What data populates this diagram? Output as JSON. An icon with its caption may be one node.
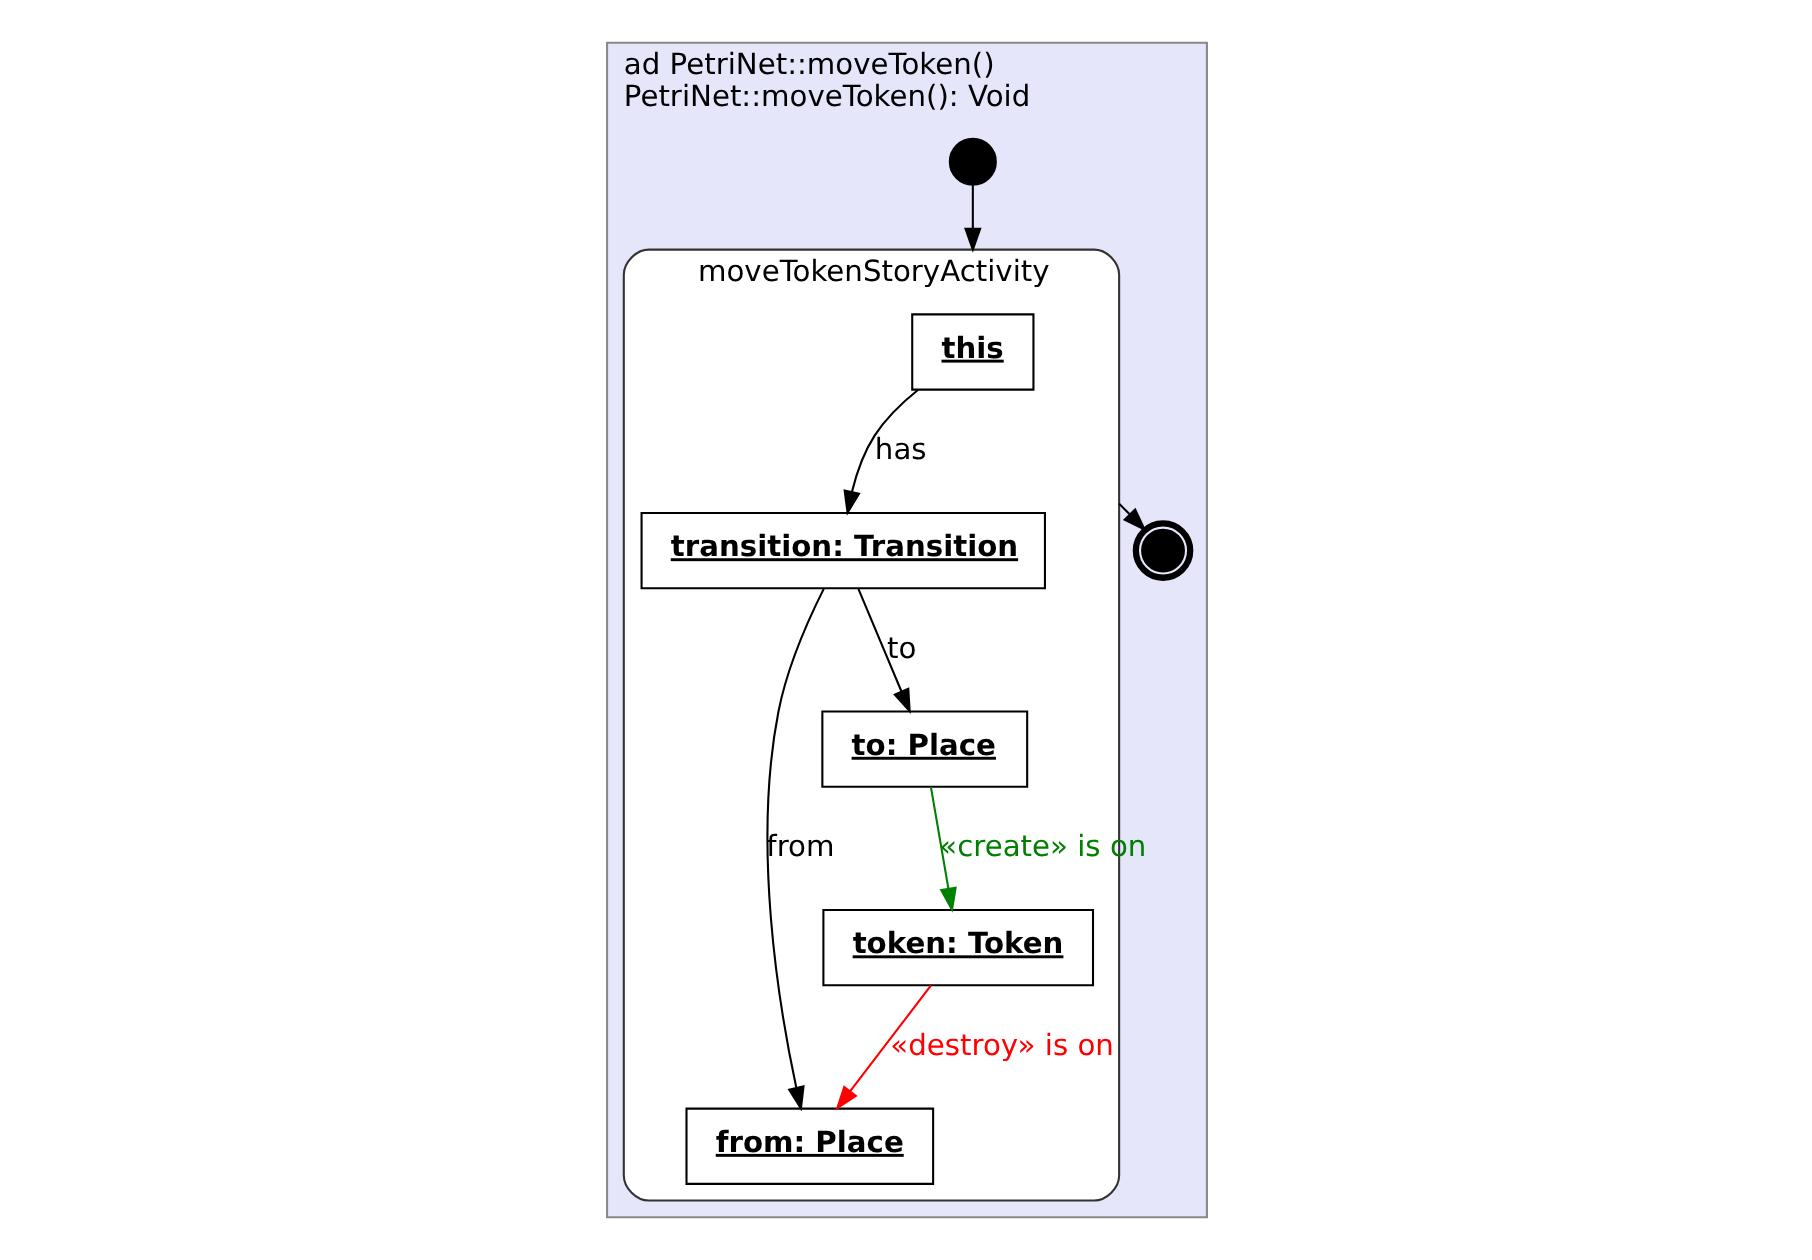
{
  "diagram": {
    "nodes": [
      {
        "text": [
          "ad PetriNet::moveToken()",
          "PetriNet::moveToken(): Void"
        ]
      },
      {
        "text": [],
        "shape": "circle",
        "in": 0
      },
      {
        "text": [
          "moveTokenStoryActivity"
        ],
        "in": 0
      },
      {
        "text": [
          "this"
        ],
        "in": 2
      },
      {
        "text": [
          "from: Place"
        ],
        "in": 2
      },
      {
        "text": [
          "transition: Transition"
        ],
        "in": 2
      },
      {
        "text": [
          "token: Token"
        ],
        "in": 2
      },
      {
        "text": [
          "to: Place"
        ],
        "in": 2
      },
      {
        "text": [],
        "shape": "circle",
        "in": 0
      }
    ],
    "edges": [
      {
        "from": 1,
        "to": 2,
        "arrow": "to"
      },
      {
        "from": 3,
        "to": 5,
        "label": "has",
        "arrow": "to"
      },
      {
        "from": 5,
        "to": 4,
        "label": "from",
        "arrow": "to"
      },
      {
        "from": 6,
        "to": 4,
        "label": "«destroy» is on",
        "arrow": "to",
        "color": "#ff0000"
      },
      {
        "from": 5,
        "to": 7,
        "label": "to",
        "arrow": "to"
      },
      {
        "from": 7,
        "to": 6,
        "label": "«create» is on",
        "arrow": "to",
        "color": "#008000"
      },
      {
        "from": 2,
        "to": 8,
        "arrow": "to"
      }
    ]
  }
}
